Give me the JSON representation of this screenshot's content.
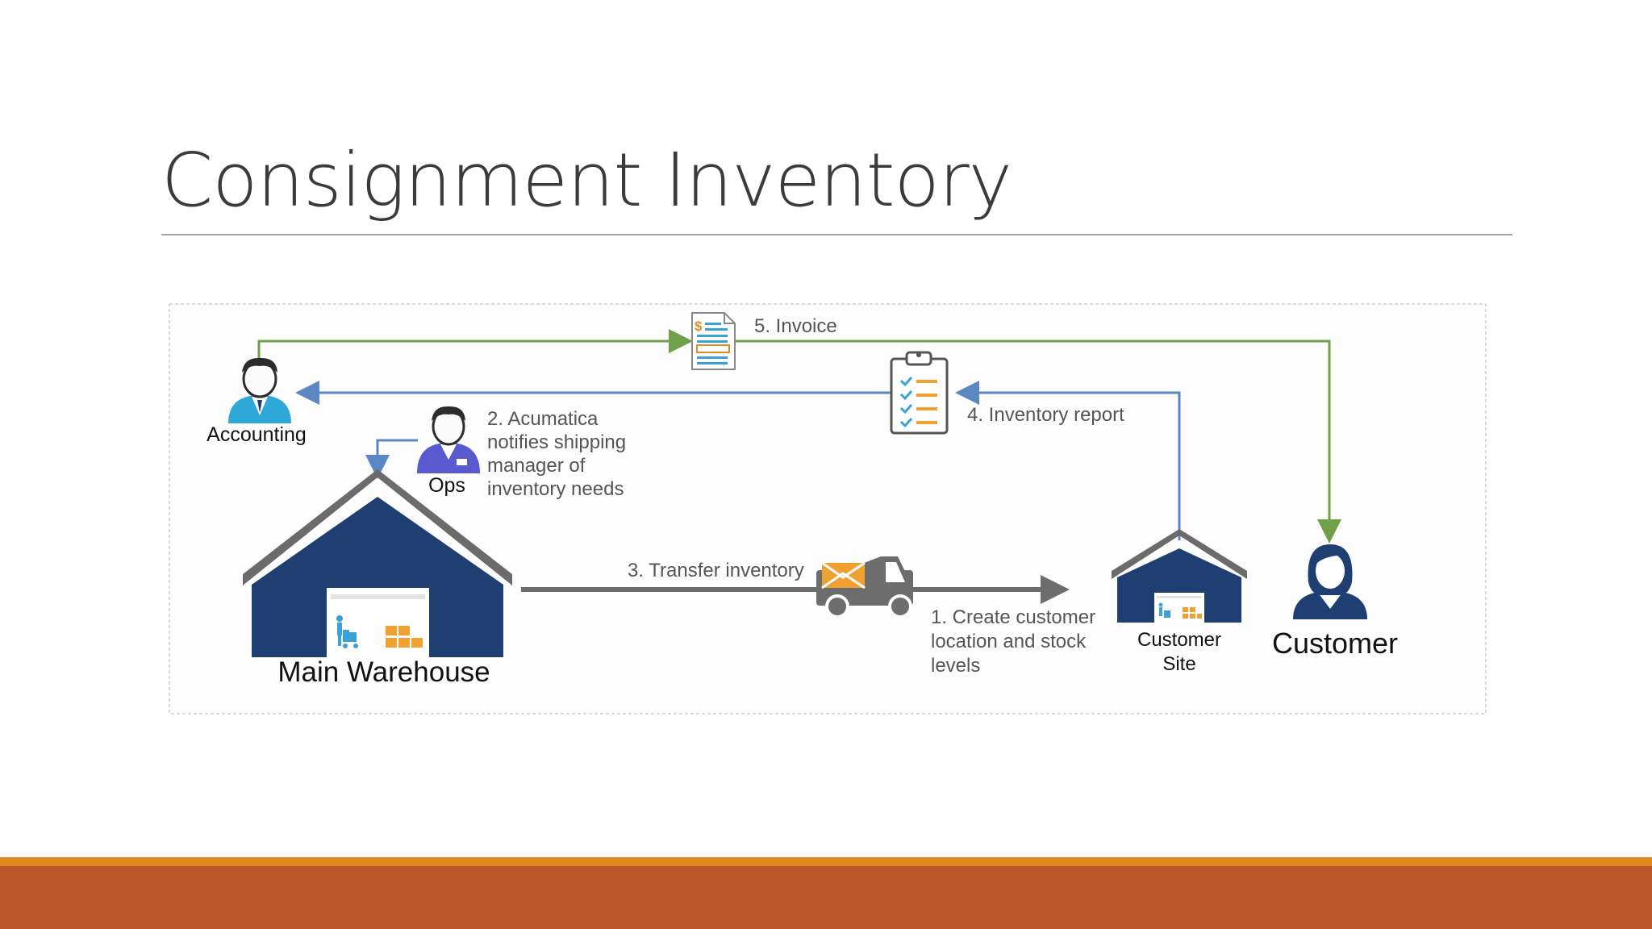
{
  "slide": {
    "title": "Consignment Inventory"
  },
  "diagram": {
    "nodes": {
      "accounting": "Accounting",
      "ops": "Ops",
      "main_warehouse": "Main Warehouse",
      "customer_site_line1": "Customer",
      "customer_site_line2": "Site",
      "customer": "Customer"
    },
    "steps": {
      "step1": [
        "1. Create customer",
        "location and stock",
        "levels"
      ],
      "step2": [
        "2. Acumatica",
        "notifies shipping",
        "manager of",
        "inventory needs"
      ],
      "step3": "3. Transfer inventory",
      "step4": "4. Inventory report",
      "step5": "5. Invoice"
    }
  },
  "colors": {
    "green_flow": "#70a04a",
    "blue_flow": "#5b88c2",
    "warehouse_navy": "#1f3f73",
    "roof_gray": "#6b6b6b",
    "truck_gray": "#6d6d6d",
    "accent_orange": "#f0a030",
    "footer_band": "#bb552a",
    "accent_stripe": "#e08a1e"
  }
}
